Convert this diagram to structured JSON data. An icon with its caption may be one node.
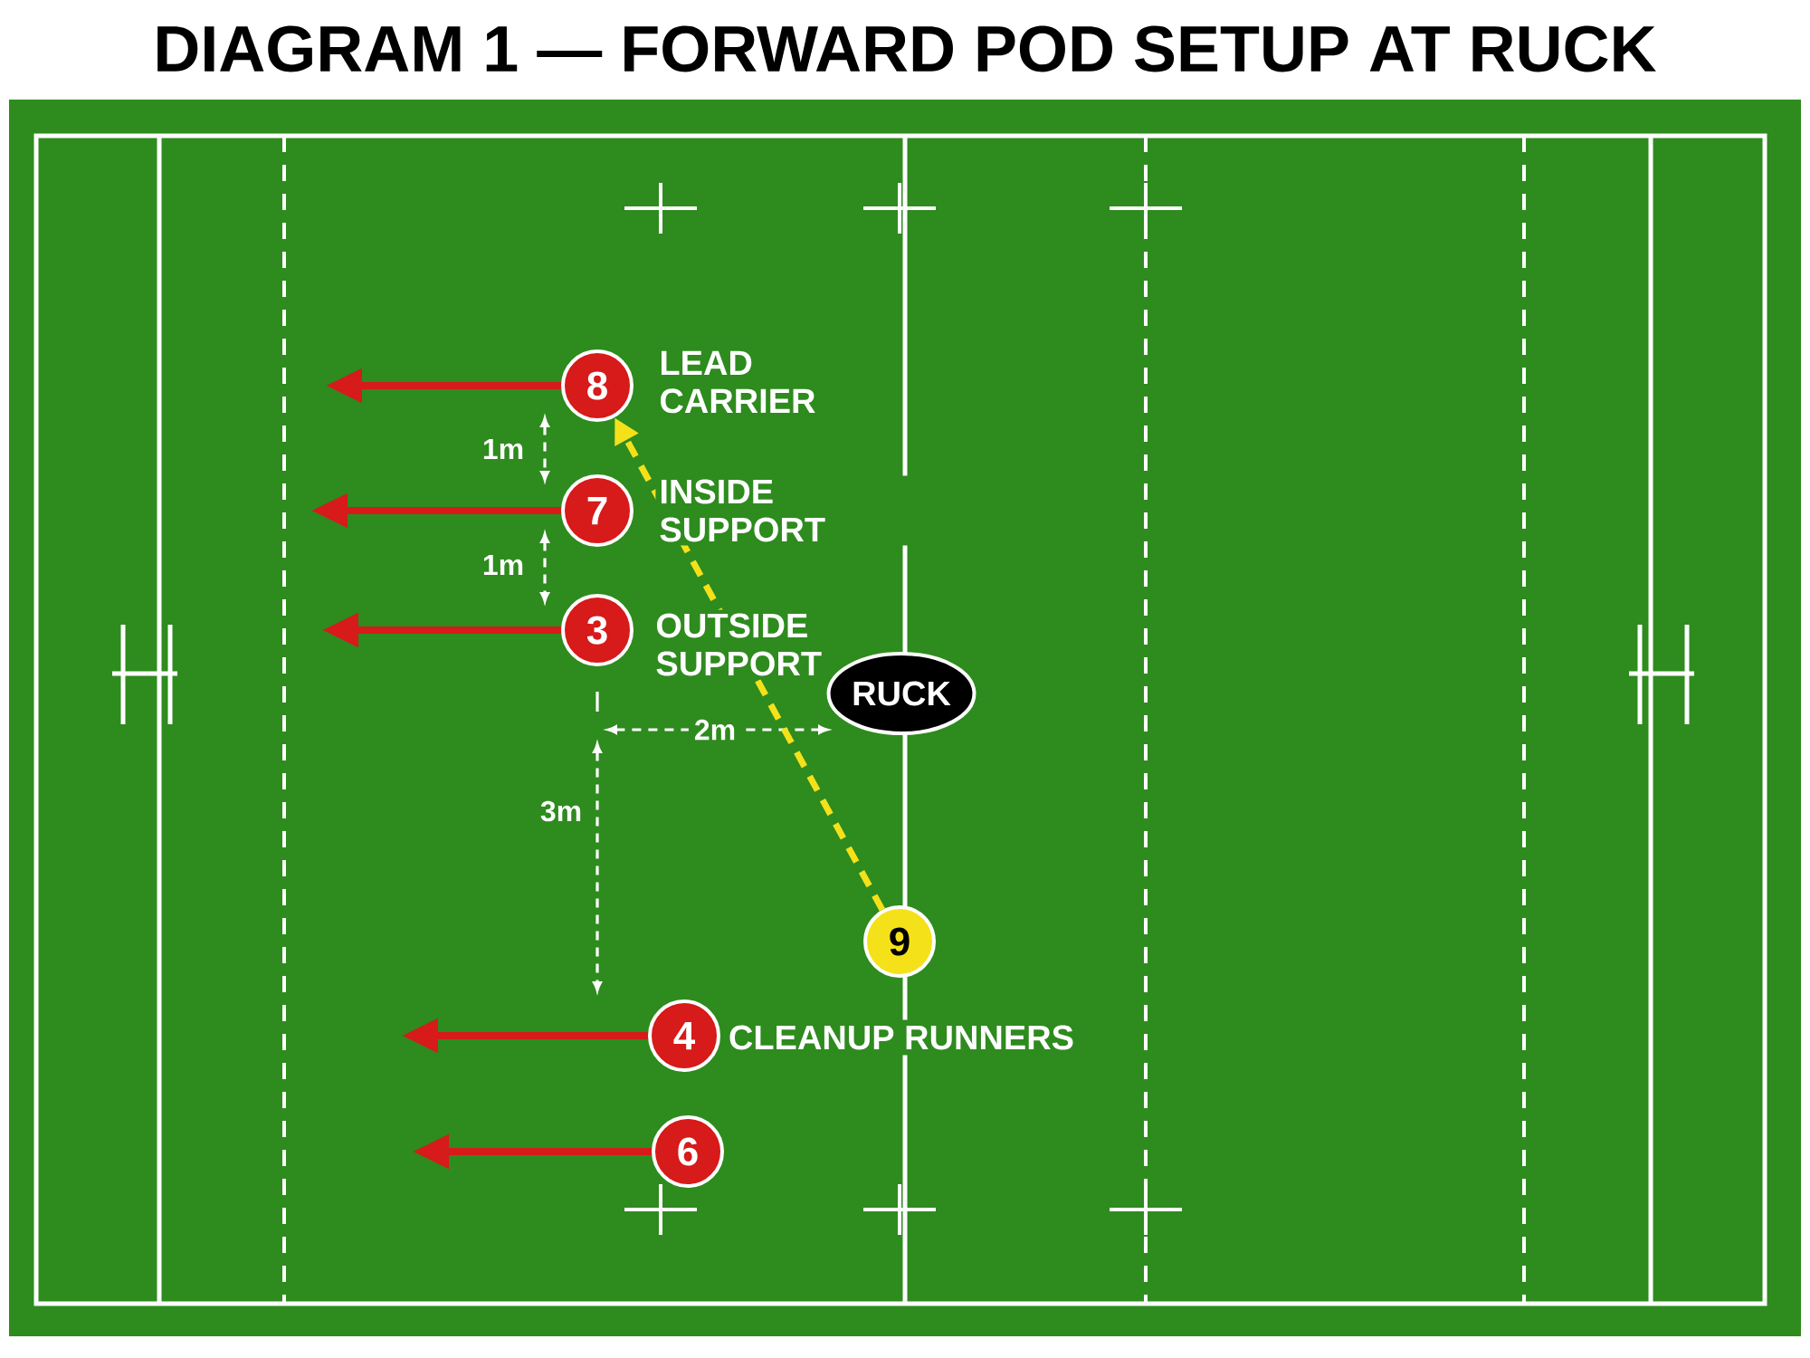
{
  "diagram": {
    "title": "DIAGRAM 1 — FORWARD POD SETUP AT RUCK",
    "nodes": [
      {
        "text": [
          "8"
        ],
        "beside": [
          "LEAD CARRIER"
        ]
      },
      {
        "text": [
          "7"
        ],
        "beside": [
          "INSIDE SUPPORT"
        ]
      },
      {
        "text": [
          "3"
        ],
        "beside": [
          "OUTSIDE SUPPORT"
        ]
      },
      {
        "text": [
          "RUCK"
        ]
      },
      {
        "text": [
          "9"
        ]
      },
      {
        "text": [
          "4"
        ]
      },
      {
        "text": [
          "6"
        ]
      }
    ],
    "edges": [
      {
        "from": 0,
        "to": null,
        "arrow": "to"
      },
      {
        "from": 1,
        "to": null,
        "arrow": "to"
      },
      {
        "from": 2,
        "to": null,
        "arrow": "to"
      },
      {
        "from": 5,
        "to": null,
        "arrow": "to"
      },
      {
        "from": 6,
        "to": null,
        "arrow": "to"
      },
      {
        "from": 4,
        "to": 0,
        "arrow": "to",
        "style": "dashed",
        "color": "#f5e11a"
      }
    ],
    "labels": [
      "1m",
      "1m",
      "2m",
      "3m",
      "CLEANUP RUNNERS"
    ]
  }
}
